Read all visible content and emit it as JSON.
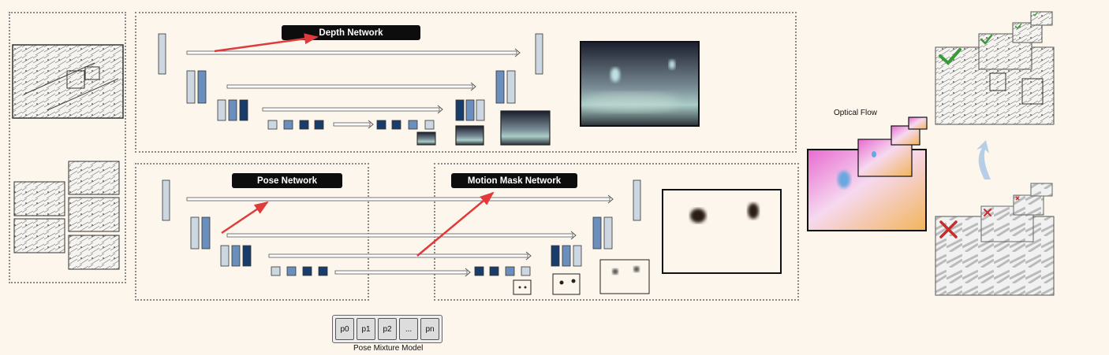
{
  "depth_network": {
    "label": "Depth Network"
  },
  "pose_network": {
    "label": "Pose Network"
  },
  "motion_mask_network": {
    "label": "Motion Mask Network"
  },
  "optical_flow": {
    "label": "Optical Flow"
  },
  "pose_mixture_model": {
    "label": "Pose Mixture Model",
    "cells": [
      "p0",
      "p1",
      "p2",
      "...",
      "pn"
    ]
  },
  "colors": {
    "background": "#fcf6ed",
    "block_light": "#cdd7e2",
    "block_mid": "#6a8fbd",
    "block_dark": "#1a3c6b",
    "arrow_red": "#e03a3a",
    "label_bg": "#0d0d0d",
    "check_green": "#3a9a3a",
    "cross_red": "#cc2a2a",
    "up_arrow_blue": "#b7cfe6"
  }
}
